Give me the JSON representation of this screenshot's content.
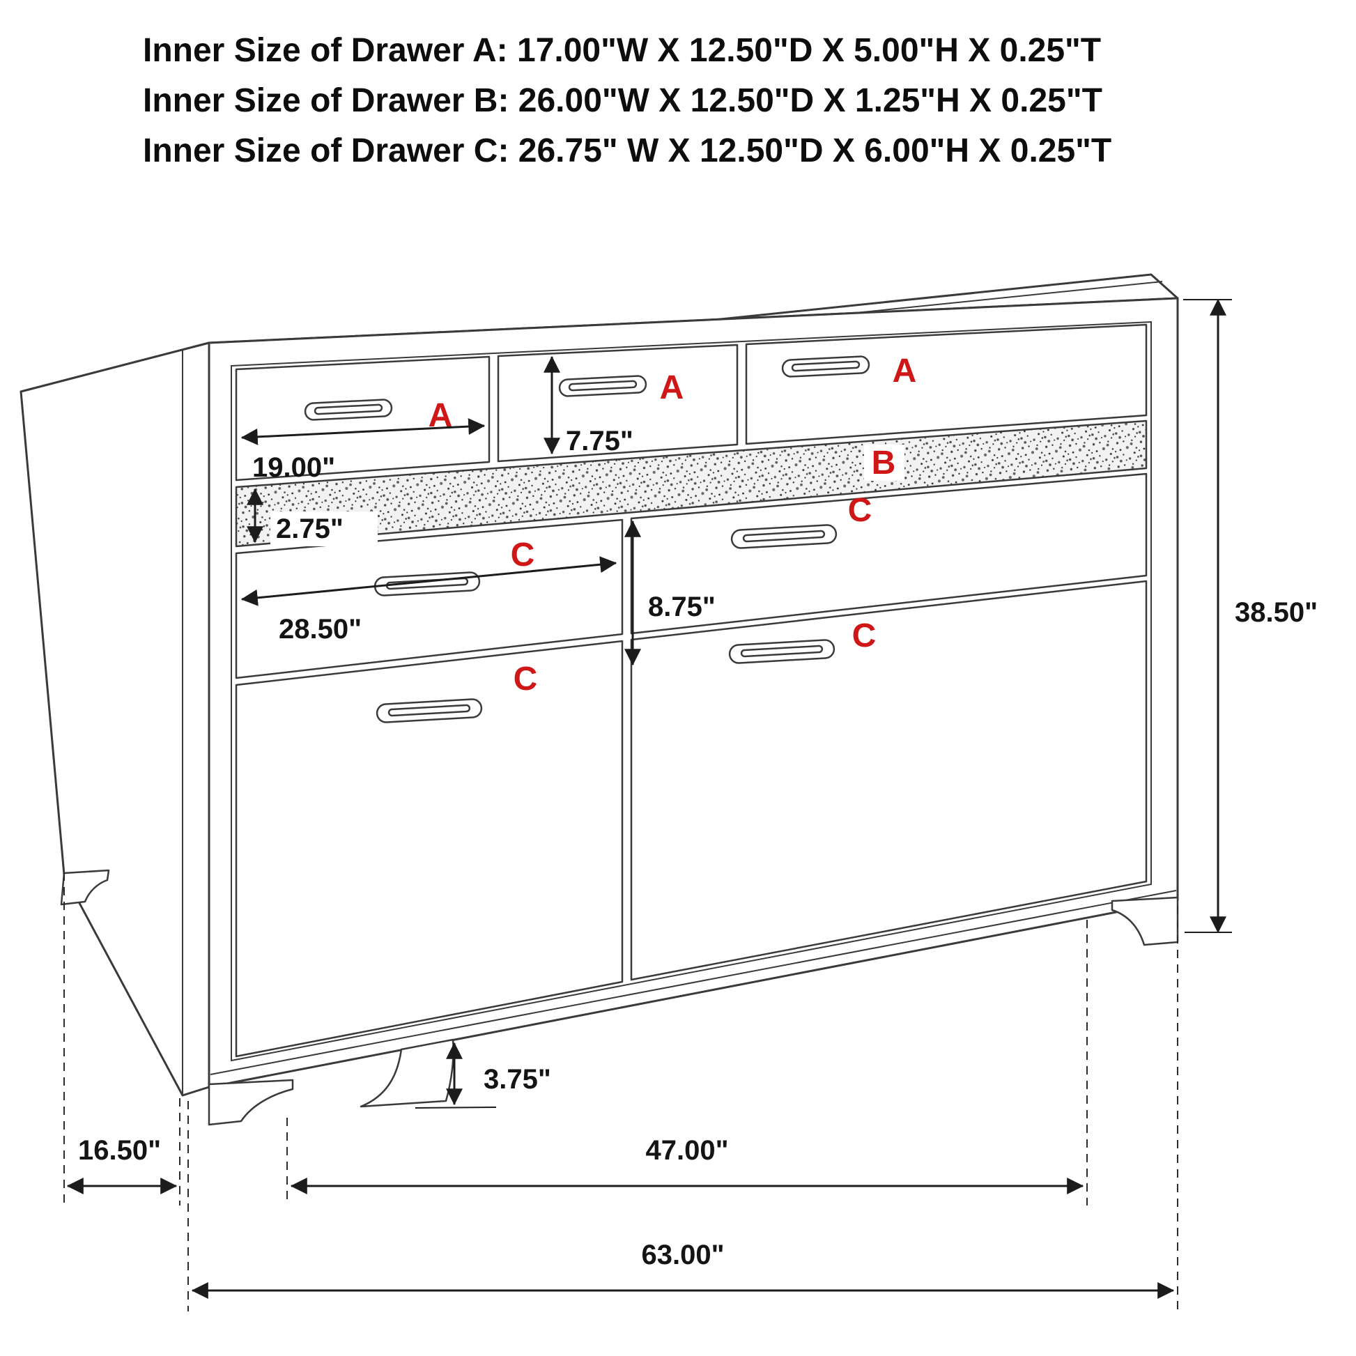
{
  "header": {
    "lines": [
      "Inner Size of Drawer A: 17.00\"W X 12.50\"D X 5.00\"H X 0.25\"T",
      "Inner Size of Drawer B: 26.00\"W X 12.50\"D X 1.25\"H X 0.25\"T",
      "Inner Size of Drawer C: 26.75\" W X 12.50\"D X 6.00\"H X 0.25\"T"
    ]
  },
  "diagram": {
    "drawer_labels": {
      "a_top_left": "A",
      "a_top_middle": "A",
      "a_top_right": "A",
      "b_jewelry_strip": "B",
      "c_upper_left": "C",
      "c_upper_right": "C",
      "c_lower_left": "C",
      "c_lower_right": "C"
    },
    "dimensions": {
      "drawer_a_width": "19.00\"",
      "drawer_a_front_height": "7.75\"",
      "strip_front_height": "2.75\"",
      "drawer_c_width": "28.50\"",
      "drawer_c_front_height": "8.75\"",
      "overall_height": "38.50\"",
      "foot_height": "3.75\"",
      "side_depth": "16.50\"",
      "between_feet_width": "47.00\"",
      "overall_width": "63.00\""
    },
    "colors": {
      "line": "#3a3a3a",
      "label": "#cf1717",
      "dimension_text": "#141414"
    }
  }
}
